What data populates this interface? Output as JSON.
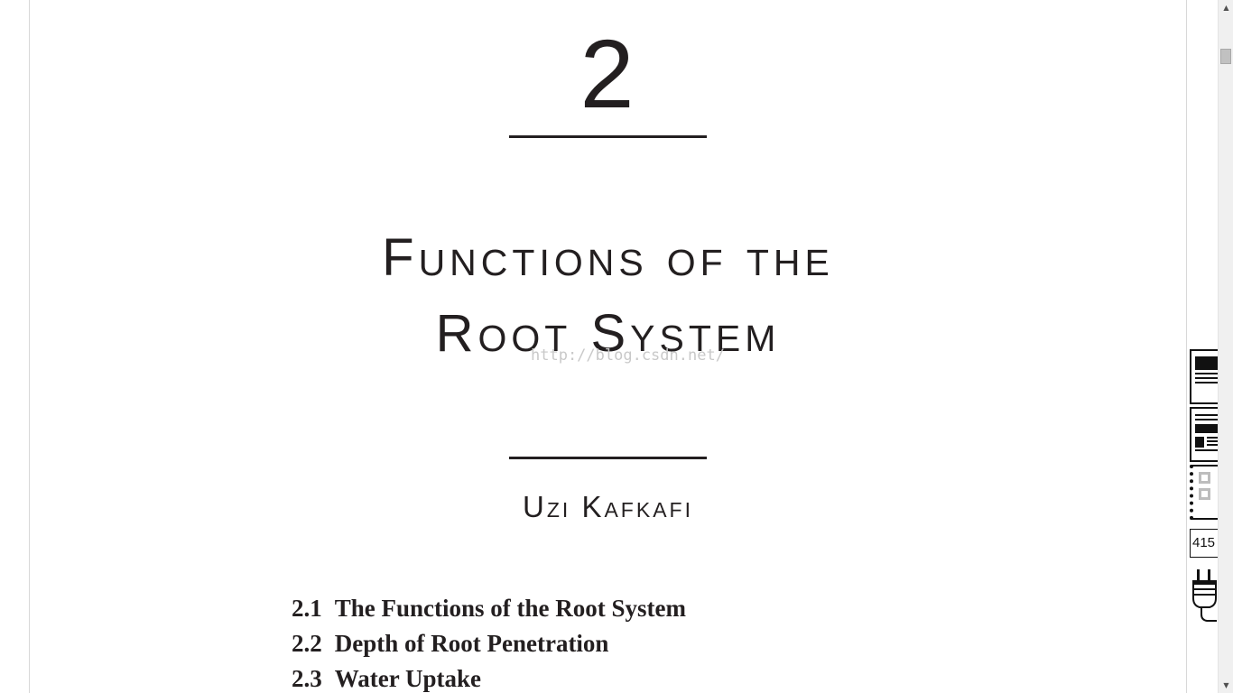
{
  "document": {
    "chapter_number": "2",
    "title_line1": "Functions of the",
    "title_line2": "Root System",
    "watermark": "http://blog.csdn.net/",
    "author": "Uzi Kafkafi",
    "toc": [
      {
        "num": "2.1",
        "title": "The Functions of the Root System"
      },
      {
        "num": "2.2",
        "title": "Depth of Root Penetration"
      },
      {
        "num": "2.3",
        "title": "Water Uptake"
      }
    ]
  },
  "side_tools": {
    "single_page_icon": "single-page-view-icon",
    "double_page_icon": "two-page-view-icon",
    "notebook_icon": "notebook-icon",
    "page_number": "415",
    "plug_icon": "plug-icon"
  },
  "scrollbar": {
    "up_glyph": "▲",
    "down_glyph": "▼"
  }
}
